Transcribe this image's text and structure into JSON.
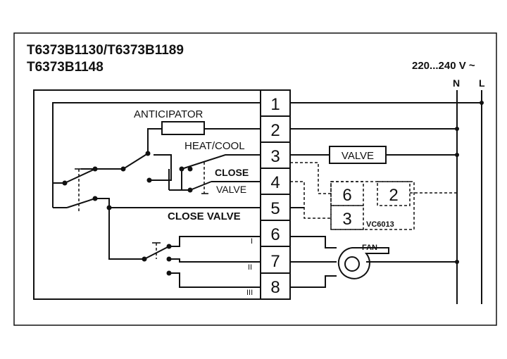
{
  "models": {
    "line1": "T6373B1130/T6373B1189",
    "line2": "T6373B1148"
  },
  "supply": {
    "voltage": "220...240 V ~",
    "neutral": "N",
    "live": "L"
  },
  "terminals": [
    "1",
    "2",
    "3",
    "4",
    "5",
    "6",
    "7",
    "8"
  ],
  "labels": {
    "anticipator": "ANTICIPATOR",
    "heat_cool": "HEAT/COOL",
    "close": "CLOSE",
    "valve_mid": "VALVE",
    "close_valve": "CLOSE VALVE",
    "valve_box": "VALVE",
    "fan": "FAN",
    "speed_1": "I",
    "speed_2": "II",
    "speed_3": "III"
  },
  "valve_module": {
    "model": "VC6013",
    "terminals": [
      "6",
      "2",
      "3"
    ]
  }
}
